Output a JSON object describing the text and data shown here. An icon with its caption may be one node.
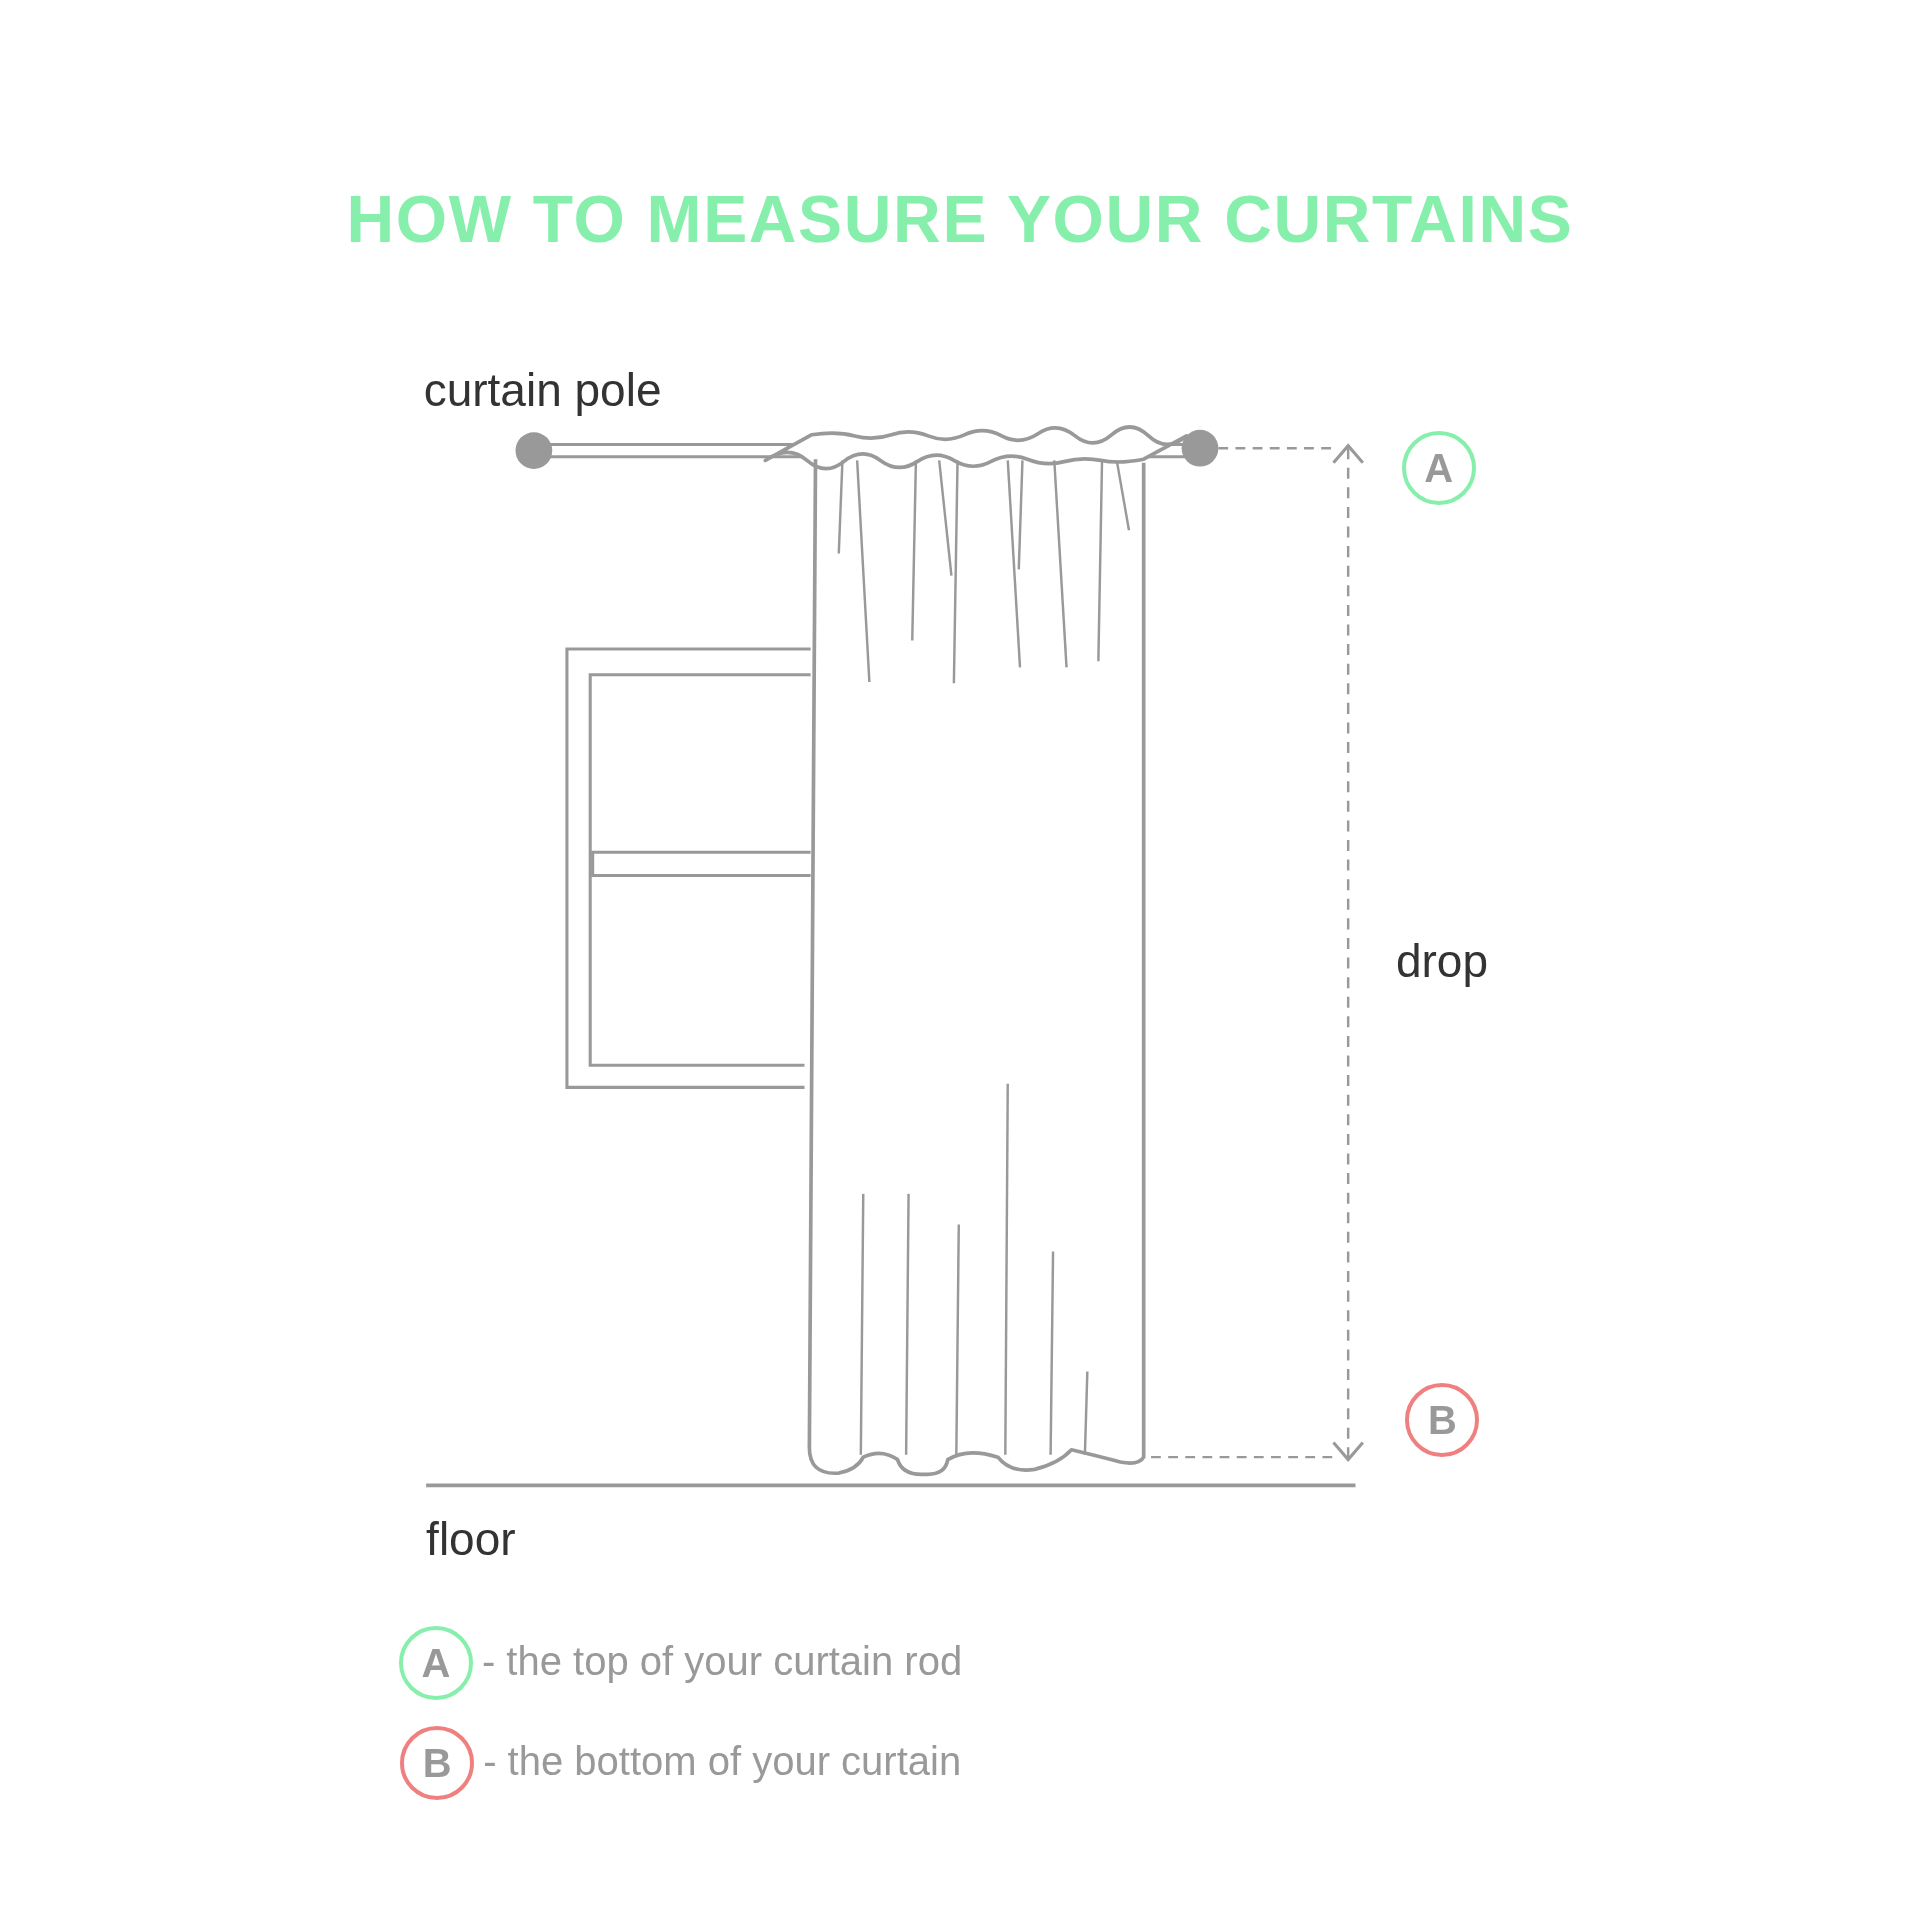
{
  "diagram": {
    "title": "HOW TO MEASURE YOUR CURTAINS",
    "nodes": [
      {
        "text": [
          "A"
        ]
      },
      {
        "text": [
          "B"
        ]
      },
      {
        "text": [
          "A"
        ],
        "beside": [
          "- the top of your curtain rod"
        ]
      },
      {
        "text": [
          "B"
        ],
        "beside": [
          "- the bottom of your curtain"
        ]
      }
    ],
    "labels": [
      "curtain pole",
      "drop",
      "floor"
    ]
  }
}
